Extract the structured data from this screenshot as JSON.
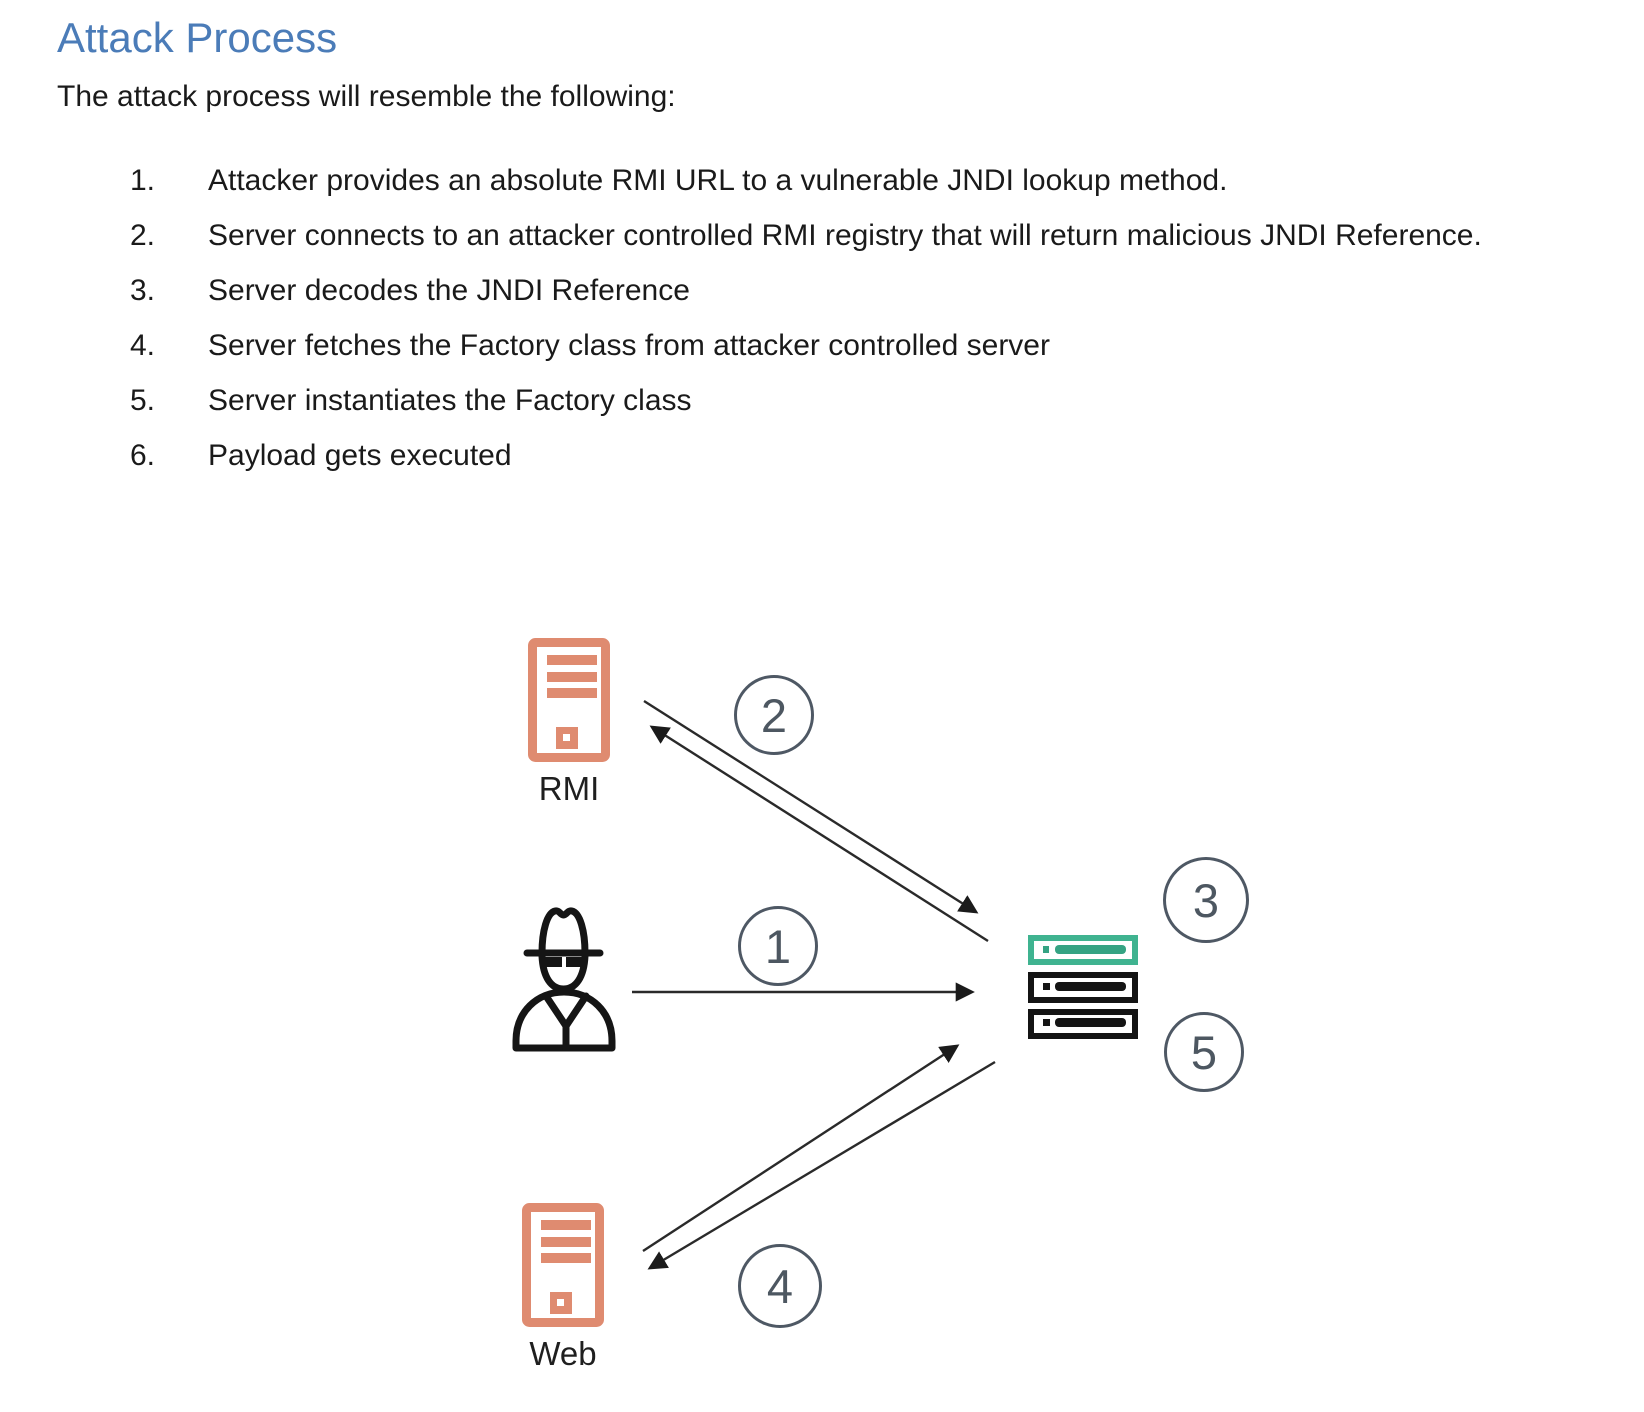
{
  "doc": {
    "title": "Attack Process",
    "intro": "The attack process will resemble the following:",
    "steps": [
      {
        "num": "1.",
        "text": "Attacker provides an absolute RMI URL to a vulnerable JNDI lookup method."
      },
      {
        "num": "2.",
        "text": "Server connects to an attacker controlled RMI registry that will return malicious JNDI Reference."
      },
      {
        "num": "3.",
        "text": "Server decodes the JNDI Reference"
      },
      {
        "num": "4.",
        "text": "Server fetches the Factory class from attacker controlled server"
      },
      {
        "num": "5.",
        "text": "Server instantiates the Factory class"
      },
      {
        "num": "6.",
        "text": "Payload gets executed"
      }
    ]
  },
  "diagram": {
    "nodes": {
      "rmi": {
        "label": "RMI",
        "icon": "server-tower-icon"
      },
      "web": {
        "label": "Web",
        "icon": "server-tower-icon"
      },
      "attacker": {
        "icon": "hacker-person-icon"
      },
      "target": {
        "icon": "server-rack-stack-icon"
      }
    },
    "badges": [
      {
        "label": "1"
      },
      {
        "label": "2"
      },
      {
        "label": "3"
      },
      {
        "label": "4"
      },
      {
        "label": "5"
      }
    ],
    "colors": {
      "tower_icon": "#df8b70",
      "target_top_rack": "#3fb390",
      "target_lower_racks": "#141414",
      "badge_outline": "#4e5864",
      "arrow": "#222222",
      "heading": "#4b7cb8"
    }
  }
}
